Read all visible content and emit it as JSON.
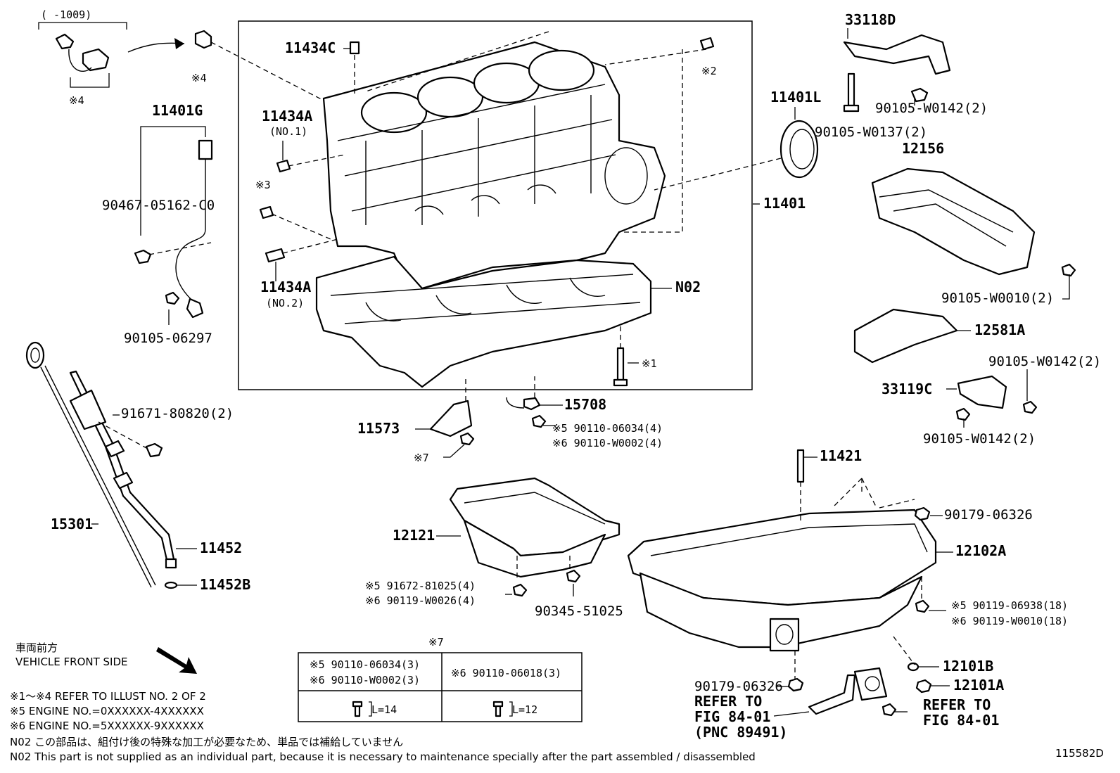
{
  "labels": {
    "l_1009": "(     -1009)",
    "l_x4a": "※4",
    "l_x4b": "※4",
    "l_11401G": "11401G",
    "l_90467": "90467-05162-C0",
    "l_90105_06297": "90105-06297",
    "l_11434C": "11434C",
    "l_x2": "※2",
    "l_11434A1": "11434A",
    "l_no1": "(NO.1)",
    "l_x3": "※3",
    "l_11434A2": "11434A",
    "l_no2": "(NO.2)",
    "l_11401": "11401",
    "l_N02": "N02",
    "l_x1": "※1",
    "l_11401L": "11401L",
    "l_33118D": "33118D",
    "l_w0142a": "90105-W0142(2)",
    "l_w0137": "90105-W0137(2)",
    "l_12156": "12156",
    "l_w0010": "90105-W0010(2)",
    "l_12581A": "12581A",
    "l_w0142b": "90105-W0142(2)",
    "l_33119C": "33119C",
    "l_w0142c": "90105-W0142(2)",
    "l_91671": "91671-80820(2)",
    "l_15708": "15708",
    "l_11573": "11573",
    "l_x5_06034": "※5 90110-06034(4)",
    "l_x6_w0002": "※6 90110-W0002(4)",
    "l_x7a": "※7",
    "l_11421": "11421",
    "l_90179a": "90179-06326",
    "l_12102A": "12102A",
    "l_12121": "12121",
    "l_15301": "15301",
    "l_11452": "11452",
    "l_11452B": "11452B",
    "l_x5_91672": "※5 91672-81025(4)",
    "l_x6_w0026": "※6 90119-W0026(4)",
    "l_90345": "90345-51025",
    "l_x5_06938": "※5 90119-06938(18)",
    "l_x6_w0010": "※6 90119-W0010(18)",
    "l_12101B": "12101B",
    "l_12101A": "12101A",
    "l_90179b": "90179-06326",
    "l_refer1a": "REFER TO",
    "l_refer1b": "FIG 84-01",
    "l_refer1c": "(PNC 89491)",
    "l_refer2a": "REFER TO",
    "l_refer2b": "FIG 84-01",
    "l_x7b": "※7",
    "t_r1c1a": "※5 90110-06034(3)",
    "t_r1c1b": "※6 90110-W0002(3)",
    "t_r1c2": "※6 90110-06018(3)",
    "t_len1": "L=14",
    "t_len2": "L=12"
  },
  "notes": {
    "front_jp": "車両前方",
    "front_en": "VEHICLE FRONT SIDE",
    "n1": "※1～※4  REFER TO ILLUST NO. 2 OF 2",
    "n5": "※5  ENGINE NO.=0XXXXXX-4XXXXXX",
    "n6": "※6  ENGINE NO.=5XXXXXX-9XXXXXX",
    "n02_jp": "N02  この部品は、組付け後の特殊な加工が必要なため、単品では補給していません",
    "n02_en": "N02  This part is not supplied as an individual part, because it is necessary to maintenance specially after the part assembled / disassembled",
    "fig_no": "115582D"
  }
}
